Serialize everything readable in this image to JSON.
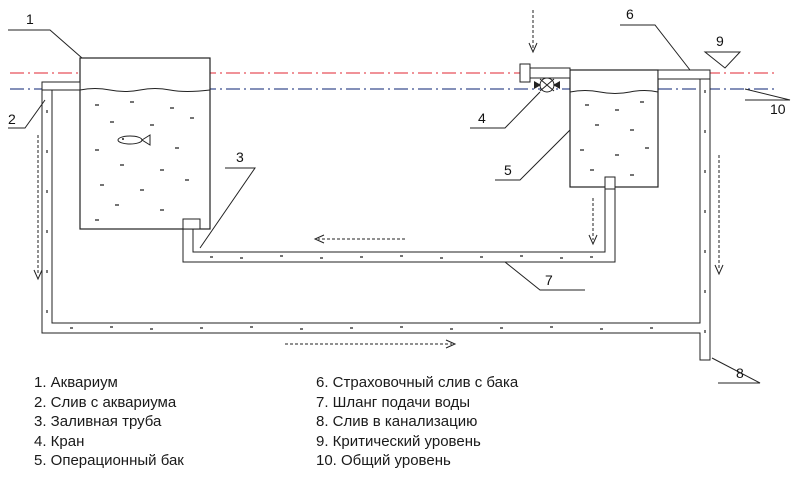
{
  "diagram": {
    "callouts": [
      "1",
      "2",
      "3",
      "4",
      "5",
      "6",
      "7",
      "8",
      "9",
      "10"
    ]
  },
  "legend": {
    "left": [
      "1. Аквариум",
      "2. Слив с аквариума",
      "3. Заливная труба",
      "4. Кран",
      "5. Операционный бак"
    ],
    "right": [
      "6. Страховочный слив с бака",
      "7. Шланг подачи воды",
      "8. Слив в канализацию",
      "9. Критический уровень",
      "10. Общий уровень"
    ]
  },
  "colors": {
    "critical_level_line": "#e8505b",
    "common_level_line": "#3a4d8f",
    "outline": "#222222"
  }
}
